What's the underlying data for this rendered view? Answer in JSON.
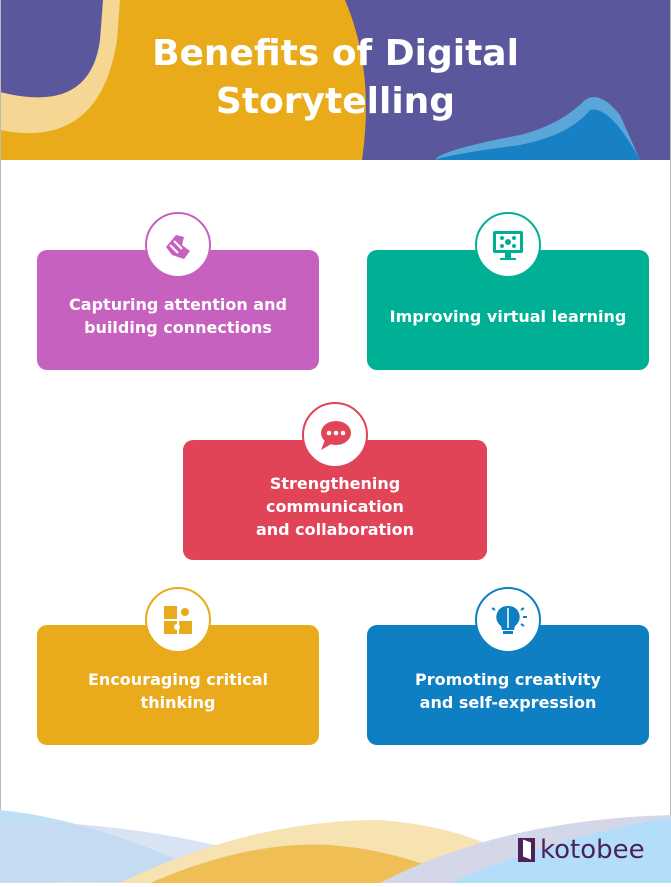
{
  "title": "Benefits of Digital Storytelling",
  "title_lines": [
    "Benefits of Digital",
    "Storytelling"
  ],
  "colors": {
    "header_purple": "#5b579c",
    "header_yellow": "#eaab1a",
    "header_cream": "#f5d692",
    "header_blue": "#1880c4"
  },
  "benefits": [
    {
      "label": "Capturing attention and building connections",
      "lines": [
        "Capturing attention and",
        "building connections"
      ],
      "icon": "fist-bump-icon",
      "color": "#c761bf"
    },
    {
      "label": "Improving virtual learning",
      "lines": [
        "Improving virtual learning"
      ],
      "icon": "video-conference-monitor-icon",
      "color": "#00b095"
    },
    {
      "label": "Strengthening communication and collaboration",
      "lines": [
        "Strengthening communication",
        "and collaboration"
      ],
      "icon": "chat-bubble-icon",
      "color": "#e24457"
    },
    {
      "label": "Encouraging critical thinking",
      "lines": [
        "Encouraging critical thinking"
      ],
      "icon": "puzzle-icon",
      "color": "#e9aa1c"
    },
    {
      "label": "Promoting creativity and self-expression",
      "lines": [
        "Promoting creativity",
        "and self-expression"
      ],
      "icon": "brain-lightbulb-icon",
      "color": "#0f7fc4"
    }
  ],
  "brand": "kotobee"
}
